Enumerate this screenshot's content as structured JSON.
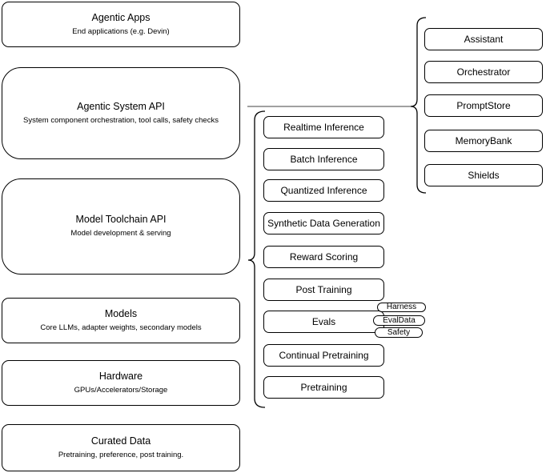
{
  "diagram": {
    "background": "#ffffff",
    "stroke_color": "#000000",
    "connector_color": "#808080"
  },
  "left_column": {
    "boxes": [
      {
        "title": "Agentic Apps",
        "subtitle": "End applications (e.g. Devin)"
      },
      {
        "title": "Agentic System API",
        "subtitle": "System component orchestration, tool calls, safety checks"
      },
      {
        "title": "Model Toolchain API",
        "subtitle": "Model development & serving"
      },
      {
        "title": "Models",
        "subtitle": "Core LLMs, adapter weights, secondary models"
      },
      {
        "title": "Hardware",
        "subtitle": "GPUs/Accelerators/Storage"
      },
      {
        "title": "Curated Data",
        "subtitle": "Pretraining, preference, post training."
      }
    ]
  },
  "toolchain_services": {
    "items": [
      "Realtime Inference",
      "Batch Inference",
      "Quantized Inference",
      "Synthetic Data Generation",
      "Reward Scoring",
      "Post Training",
      "Evals",
      "Continual Pretraining",
      "Pretraining"
    ]
  },
  "evals_tags": {
    "items": [
      "Harness",
      "EvalData",
      "Safety"
    ]
  },
  "agentic_components": {
    "items": [
      "Assistant",
      "Orchestrator",
      "PromptStore",
      "MemoryBank",
      "Shields"
    ]
  }
}
